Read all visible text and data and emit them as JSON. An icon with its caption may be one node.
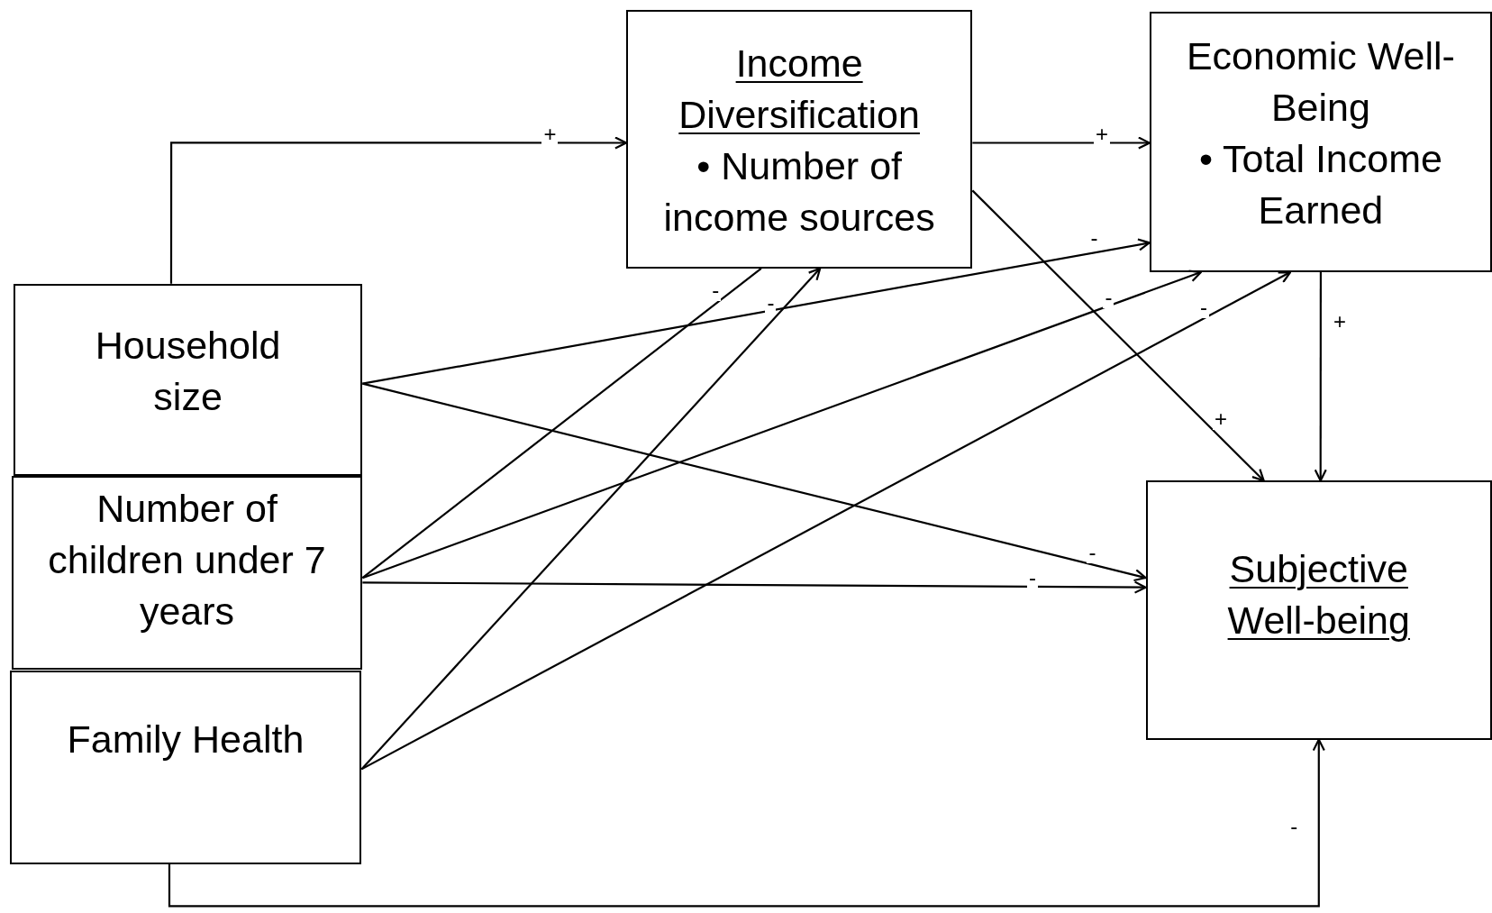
{
  "diagram": {
    "nodes": [
      {
        "text": [
          "Income Diversification",
          "• Number of income sources"
        ]
      },
      {
        "text": [
          "Economic Well-Being",
          "• Total Income Earned"
        ]
      },
      {
        "text": [
          "Household size"
        ]
      },
      {
        "text": [
          "Number of children under 7 years"
        ]
      },
      {
        "text": [
          "Family Health"
        ]
      },
      {
        "text": [
          "Subjective Well-being"
        ]
      }
    ],
    "edges": [
      {
        "from": 2,
        "to": 0,
        "arrow": "to",
        "label": "+"
      },
      {
        "from": 0,
        "to": 1,
        "arrow": "to",
        "label": "+"
      },
      {
        "from": 0,
        "to": 5,
        "arrow": "to",
        "label": "+"
      },
      {
        "from": 1,
        "to": 5,
        "arrow": "to",
        "label": "+"
      },
      {
        "from": 2,
        "to": 1,
        "arrow": "to",
        "label": "-"
      },
      {
        "from": 2,
        "to": 5,
        "arrow": "to",
        "label": "-"
      },
      {
        "from": 3,
        "to": 0,
        "arrow": "none",
        "label": "-"
      },
      {
        "from": 3,
        "to": 1,
        "arrow": "to",
        "label": "-"
      },
      {
        "from": 3,
        "to": 5,
        "arrow": "to",
        "label": "-"
      },
      {
        "from": 4,
        "to": 0,
        "arrow": "to",
        "label": "-"
      },
      {
        "from": 4,
        "to": 1,
        "arrow": "to",
        "label": "-"
      },
      {
        "from": 4,
        "to": 5,
        "arrow": "to",
        "label": "-"
      }
    ]
  }
}
